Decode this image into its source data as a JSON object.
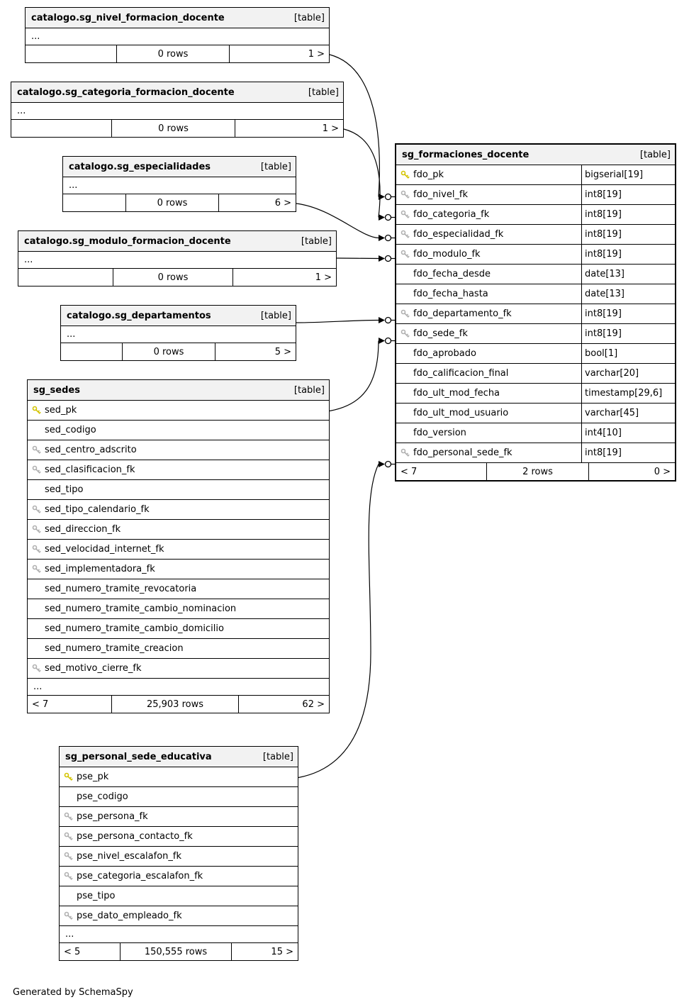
{
  "page": {
    "generated_by": "Generated by SchemaSpy"
  },
  "colors": {
    "header_bg": "#f2f2f2",
    "pk_key": "#d4c400",
    "fk_key": "#b0b0b0",
    "line": "#000000"
  },
  "tables": {
    "nivel": {
      "title": "catalogo.sg_nivel_formacion_docente",
      "badge": "[table]",
      "ellipsis": "...",
      "footer": {
        "prev": "",
        "rows": "0 rows",
        "next": "1 >"
      }
    },
    "categoria": {
      "title": "catalogo.sg_categoria_formacion_docente",
      "badge": "[table]",
      "ellipsis": "...",
      "footer": {
        "prev": "",
        "rows": "0 rows",
        "next": "1 >"
      }
    },
    "especialidades": {
      "title": "catalogo.sg_especialidades",
      "badge": "[table]",
      "ellipsis": "...",
      "footer": {
        "prev": "",
        "rows": "0 rows",
        "next": "6 >"
      }
    },
    "modulo": {
      "title": "catalogo.sg_modulo_formacion_docente",
      "badge": "[table]",
      "ellipsis": "...",
      "footer": {
        "prev": "",
        "rows": "0 rows",
        "next": "1 >"
      }
    },
    "departamentos": {
      "title": "catalogo.sg_departamentos",
      "badge": "[table]",
      "ellipsis": "...",
      "footer": {
        "prev": "",
        "rows": "0 rows",
        "next": "5 >"
      }
    },
    "sedes": {
      "title": "sg_sedes",
      "badge": "[table]",
      "ellipsis": "...",
      "columns": [
        {
          "name": "sed_pk",
          "key": "pk"
        },
        {
          "name": "sed_codigo",
          "key": ""
        },
        {
          "name": "sed_centro_adscrito",
          "key": "fk"
        },
        {
          "name": "sed_clasificacion_fk",
          "key": "fk"
        },
        {
          "name": "sed_tipo",
          "key": ""
        },
        {
          "name": "sed_tipo_calendario_fk",
          "key": "fk"
        },
        {
          "name": "sed_direccion_fk",
          "key": "fk"
        },
        {
          "name": "sed_velocidad_internet_fk",
          "key": "fk"
        },
        {
          "name": "sed_implementadora_fk",
          "key": "fk"
        },
        {
          "name": "sed_numero_tramite_revocatoria",
          "key": ""
        },
        {
          "name": "sed_numero_tramite_cambio_nominacion",
          "key": ""
        },
        {
          "name": "sed_numero_tramite_cambio_domicilio",
          "key": ""
        },
        {
          "name": "sed_numero_tramite_creacion",
          "key": ""
        },
        {
          "name": "sed_motivo_cierre_fk",
          "key": "fk"
        }
      ],
      "footer": {
        "prev": "< 7",
        "rows": "25,903 rows",
        "next": "62 >"
      }
    },
    "formaciones": {
      "title": "sg_formaciones_docente",
      "badge": "[table]",
      "columns": [
        {
          "name": "fdo_pk",
          "type": "bigserial[19]",
          "key": "pk"
        },
        {
          "name": "fdo_nivel_fk",
          "type": "int8[19]",
          "key": "fk"
        },
        {
          "name": "fdo_categoria_fk",
          "type": "int8[19]",
          "key": "fk"
        },
        {
          "name": "fdo_especialidad_fk",
          "type": "int8[19]",
          "key": "fk"
        },
        {
          "name": "fdo_modulo_fk",
          "type": "int8[19]",
          "key": "fk"
        },
        {
          "name": "fdo_fecha_desde",
          "type": "date[13]",
          "key": ""
        },
        {
          "name": "fdo_fecha_hasta",
          "type": "date[13]",
          "key": ""
        },
        {
          "name": "fdo_departamento_fk",
          "type": "int8[19]",
          "key": "fk"
        },
        {
          "name": "fdo_sede_fk",
          "type": "int8[19]",
          "key": "fk"
        },
        {
          "name": "fdo_aprobado",
          "type": "bool[1]",
          "key": ""
        },
        {
          "name": "fdo_calificacion_final",
          "type": "varchar[20]",
          "key": ""
        },
        {
          "name": "fdo_ult_mod_fecha",
          "type": "timestamp[29,6]",
          "key": ""
        },
        {
          "name": "fdo_ult_mod_usuario",
          "type": "varchar[45]",
          "key": ""
        },
        {
          "name": "fdo_version",
          "type": "int4[10]",
          "key": ""
        },
        {
          "name": "fdo_personal_sede_fk",
          "type": "int8[19]",
          "key": "fk"
        }
      ],
      "footer": {
        "prev": "< 7",
        "rows": "2 rows",
        "next": "0 >"
      }
    },
    "personal": {
      "title": "sg_personal_sede_educativa",
      "badge": "[table]",
      "ellipsis": "...",
      "columns": [
        {
          "name": "pse_pk",
          "key": "pk"
        },
        {
          "name": "pse_codigo",
          "key": ""
        },
        {
          "name": "pse_persona_fk",
          "key": "fk"
        },
        {
          "name": "pse_persona_contacto_fk",
          "key": "fk"
        },
        {
          "name": "pse_nivel_escalafon_fk",
          "key": "fk"
        },
        {
          "name": "pse_categoria_escalafon_fk",
          "key": "fk"
        },
        {
          "name": "pse_tipo",
          "key": ""
        },
        {
          "name": "pse_dato_empleado_fk",
          "key": "fk"
        }
      ],
      "footer": {
        "prev": "< 5",
        "rows": "150,555 rows",
        "next": "15 >"
      }
    }
  }
}
